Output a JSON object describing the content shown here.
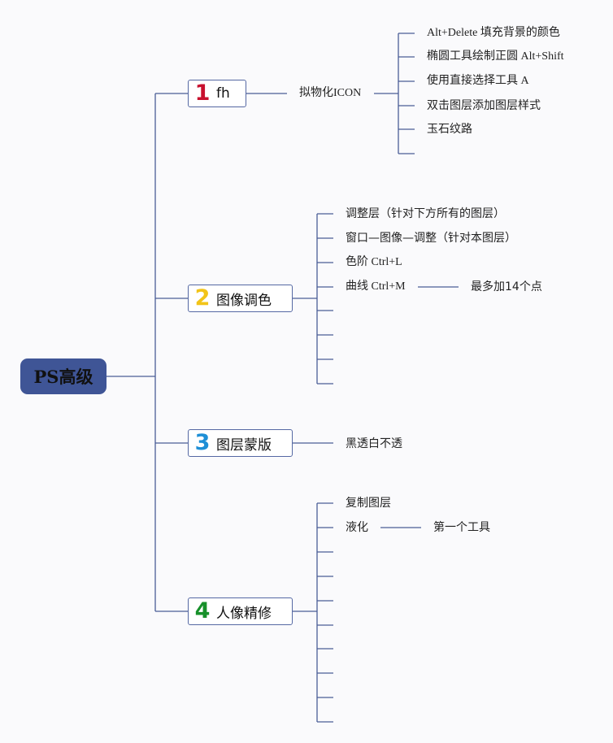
{
  "root": {
    "label": "PS高级"
  },
  "branches": [
    {
      "number": "1",
      "number_color": "#c8102e",
      "label": "fh"
    },
    {
      "number": "2",
      "number_color": "#f2c418",
      "label": "图像调色"
    },
    {
      "number": "3",
      "number_color": "#1e8fd6",
      "label": "图层蒙版"
    },
    {
      "number": "4",
      "number_color": "#17902a",
      "label": "人像精修"
    }
  ],
  "topics": {
    "b1_sub": "拟物化ICON",
    "b1_items": [
      "Alt+Delete 填充背景的颜色",
      "椭圆工具绘制正圆 Alt+Shift",
      "使用直接选择工具 A",
      "双击图层添加图层样式",
      "玉石纹路",
      ""
    ],
    "b2_items": [
      "调整层（针对下方所有的图层）",
      "窗口—图像—调整（针对本图层）",
      "色阶 Ctrl+L",
      "曲线 Ctrl+M",
      "",
      "",
      "",
      ""
    ],
    "b2_curve_note": "最多加14个点",
    "b3_items": [
      "黑透白不透"
    ],
    "b4_items": [
      "复制图层",
      "液化",
      "",
      "",
      "",
      "",
      "",
      "",
      "",
      ""
    ],
    "b4_liquify_note": "第一个工具"
  },
  "colors": {
    "line": "#4a5d96",
    "root_fill": "#3f5596"
  }
}
